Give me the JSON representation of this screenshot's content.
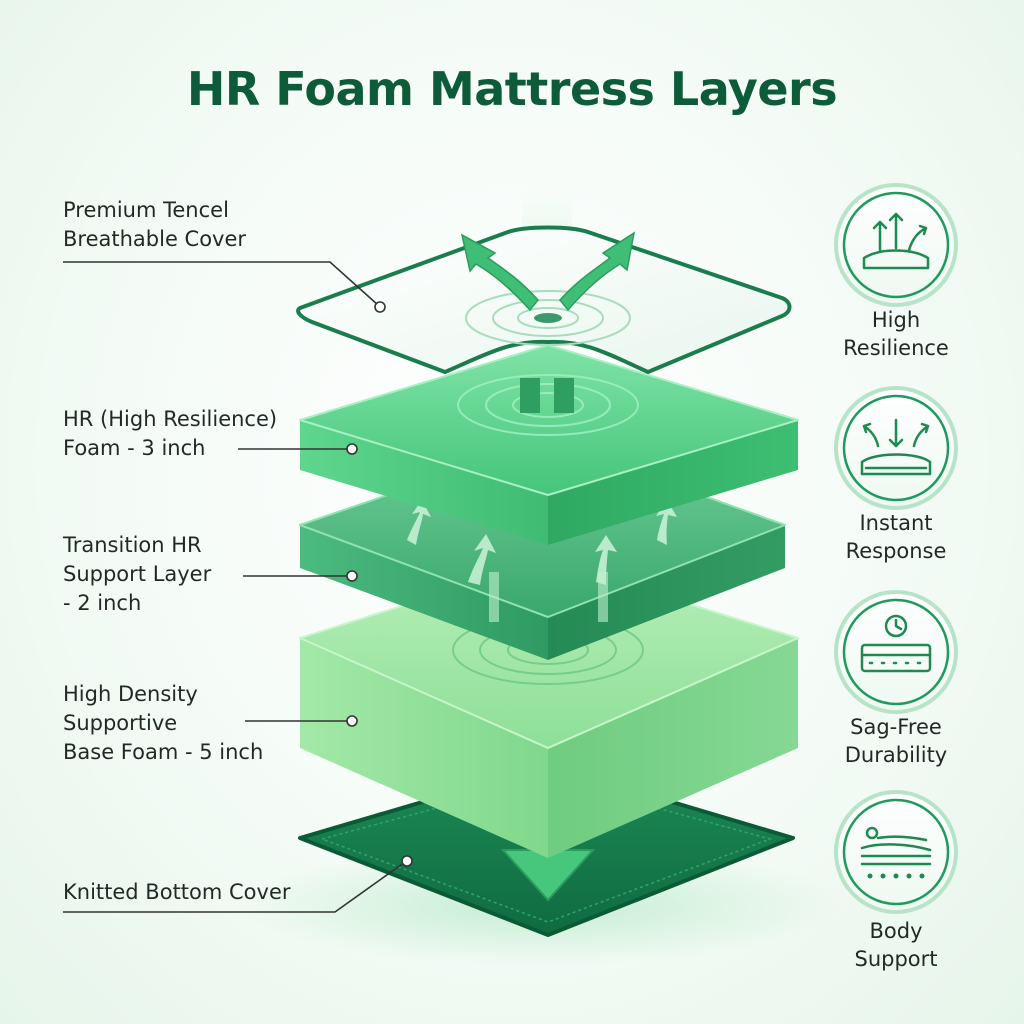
{
  "title": "HR Foam Mattress Layers",
  "layers": [
    {
      "lines": [
        "Premium Tencel",
        "Breathable Cover"
      ]
    },
    {
      "lines": [
        "HR (High Resilience)",
        "Foam - 3 inch"
      ]
    },
    {
      "lines": [
        "Transition HR",
        "Support Layer",
        "- 2 inch"
      ]
    },
    {
      "lines": [
        "High Density",
        "Supportive",
        "Base Foam - 5 inch"
      ]
    },
    {
      "lines": [
        "Knitted Bottom Cover"
      ]
    }
  ],
  "features": [
    {
      "icon": "high-resilience-icon",
      "lines": [
        "High",
        "Resilience"
      ]
    },
    {
      "icon": "instant-response-icon",
      "lines": [
        "Instant",
        "Response"
      ]
    },
    {
      "icon": "sag-free-durability-icon",
      "lines": [
        "Sag-Free",
        "Durability"
      ]
    },
    {
      "icon": "body-support-icon",
      "lines": [
        "Body",
        "Support"
      ]
    }
  ],
  "colors": {
    "title": "#0d5b39",
    "accent": "#1e9b5c",
    "dark_green": "#0f6b41",
    "foam_green": "#4cc97e",
    "transition_green": "#3aae72",
    "base_green": "#7fd88f"
  }
}
